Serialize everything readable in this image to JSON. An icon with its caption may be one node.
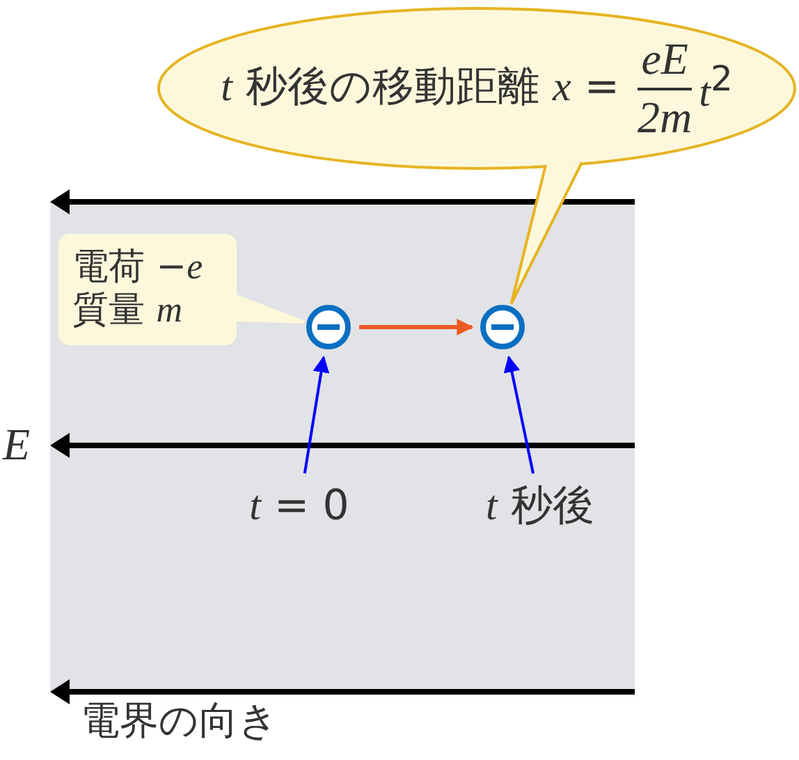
{
  "diagram": {
    "nodes": [
      {
        "text": [
          "*t* 秒後の移動距離 *x* =",
          "eE",
          "2m",
          "*t*$^{2}$"
        ]
      },
      {
        "text": [
          "電荷 −*e*",
          "質量 *m*"
        ]
      },
      {
        "text": [],
        "shape": "circle"
      },
      {
        "text": [],
        "shape": "circle"
      },
      {
        "text": [
          "*t* = 0"
        ]
      },
      {
        "text": [
          "*t* 秒後"
        ]
      }
    ],
    "edges": [
      {
        "from": 0,
        "to": 3,
        "arrow": "none",
        "color": "#e6b422"
      },
      {
        "from": 1,
        "to": 2,
        "arrow": "none",
        "color": "#fdf8dc"
      },
      {
        "from": 2,
        "to": 3,
        "arrow": "to",
        "color": "#ee5a24"
      },
      {
        "from": 4,
        "to": 2,
        "arrow": "to"
      },
      {
        "from": 5,
        "to": 3,
        "arrow": "to"
      }
    ],
    "labels": [
      "*E*",
      "電界の向き"
    ]
  }
}
